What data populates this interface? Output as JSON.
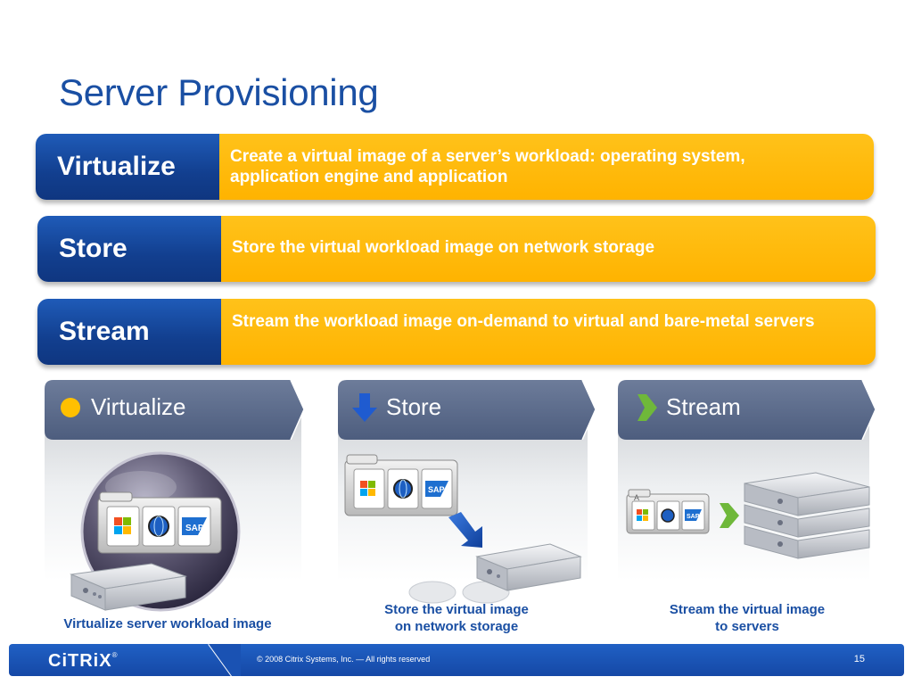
{
  "slide": {
    "title": "Server Provisioning",
    "page_number": "15",
    "copyright": "© 2008 Citrix Systems, Inc. — All rights reserved",
    "logo_text": "CiTRiX"
  },
  "steps": [
    {
      "label": "Virtualize",
      "description": "Create a virtual image of a server’s workload: operating system, application engine and application"
    },
    {
      "label": "Store",
      "description": "Store the virtual workload image on network storage"
    },
    {
      "label": "Stream",
      "description": "Stream the workload image on-demand to virtual and bare-metal servers"
    }
  ],
  "panels": [
    {
      "title": "Virtualize",
      "icon": "circle-icon",
      "caption_line1": "Virtualize server workload image",
      "caption_line2": ""
    },
    {
      "title": "Store",
      "icon": "arrow-down-icon",
      "caption_line1": "Store the virtual image",
      "caption_line2": "on network storage"
    },
    {
      "title": "Stream",
      "icon": "play-arrow-icon",
      "caption_line1": "Stream the virtual image",
      "caption_line2": "to servers"
    }
  ],
  "file_icons": {
    "sap_label": "SAP",
    "folder_letter": "A"
  },
  "colors": {
    "title_blue": "#1a4fa3",
    "band_blue": "#123f8f",
    "band_orange": "#ffb300",
    "panel_header": "#5a6b8c",
    "accent_yellow": "#ffc000",
    "stream_green": "#6fb83a",
    "footer_blue": "#1548a6"
  }
}
